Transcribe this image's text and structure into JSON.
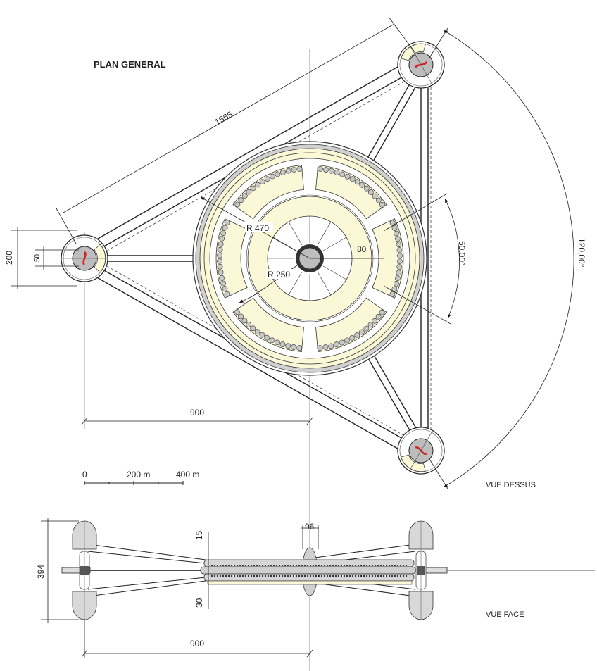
{
  "title": "PLAN GENERAL",
  "top_view": {
    "label": "VUE DESSUS",
    "dimensions": {
      "side_length": "1565",
      "node_diameter": "200",
      "node_inner": "50",
      "outer_radius": "R 470",
      "inner_radius": "R 250",
      "ring_width": "80",
      "segment_angle": "50,00°",
      "node_angle": "120,00°",
      "center_offset": "900"
    }
  },
  "scale_bar": {
    "ticks": [
      "0",
      "200 m",
      "400 m"
    ]
  },
  "side_view": {
    "label": "VUE FACE",
    "dimensions": {
      "height": "394",
      "top_thickness": "15",
      "bottom_thickness": "30",
      "hub_width": "96",
      "center_offset": "900"
    }
  },
  "colors": {
    "fill_yellow": "#fbf8d8",
    "gray": "#c8c8c8",
    "accent_red": "#d42020"
  }
}
